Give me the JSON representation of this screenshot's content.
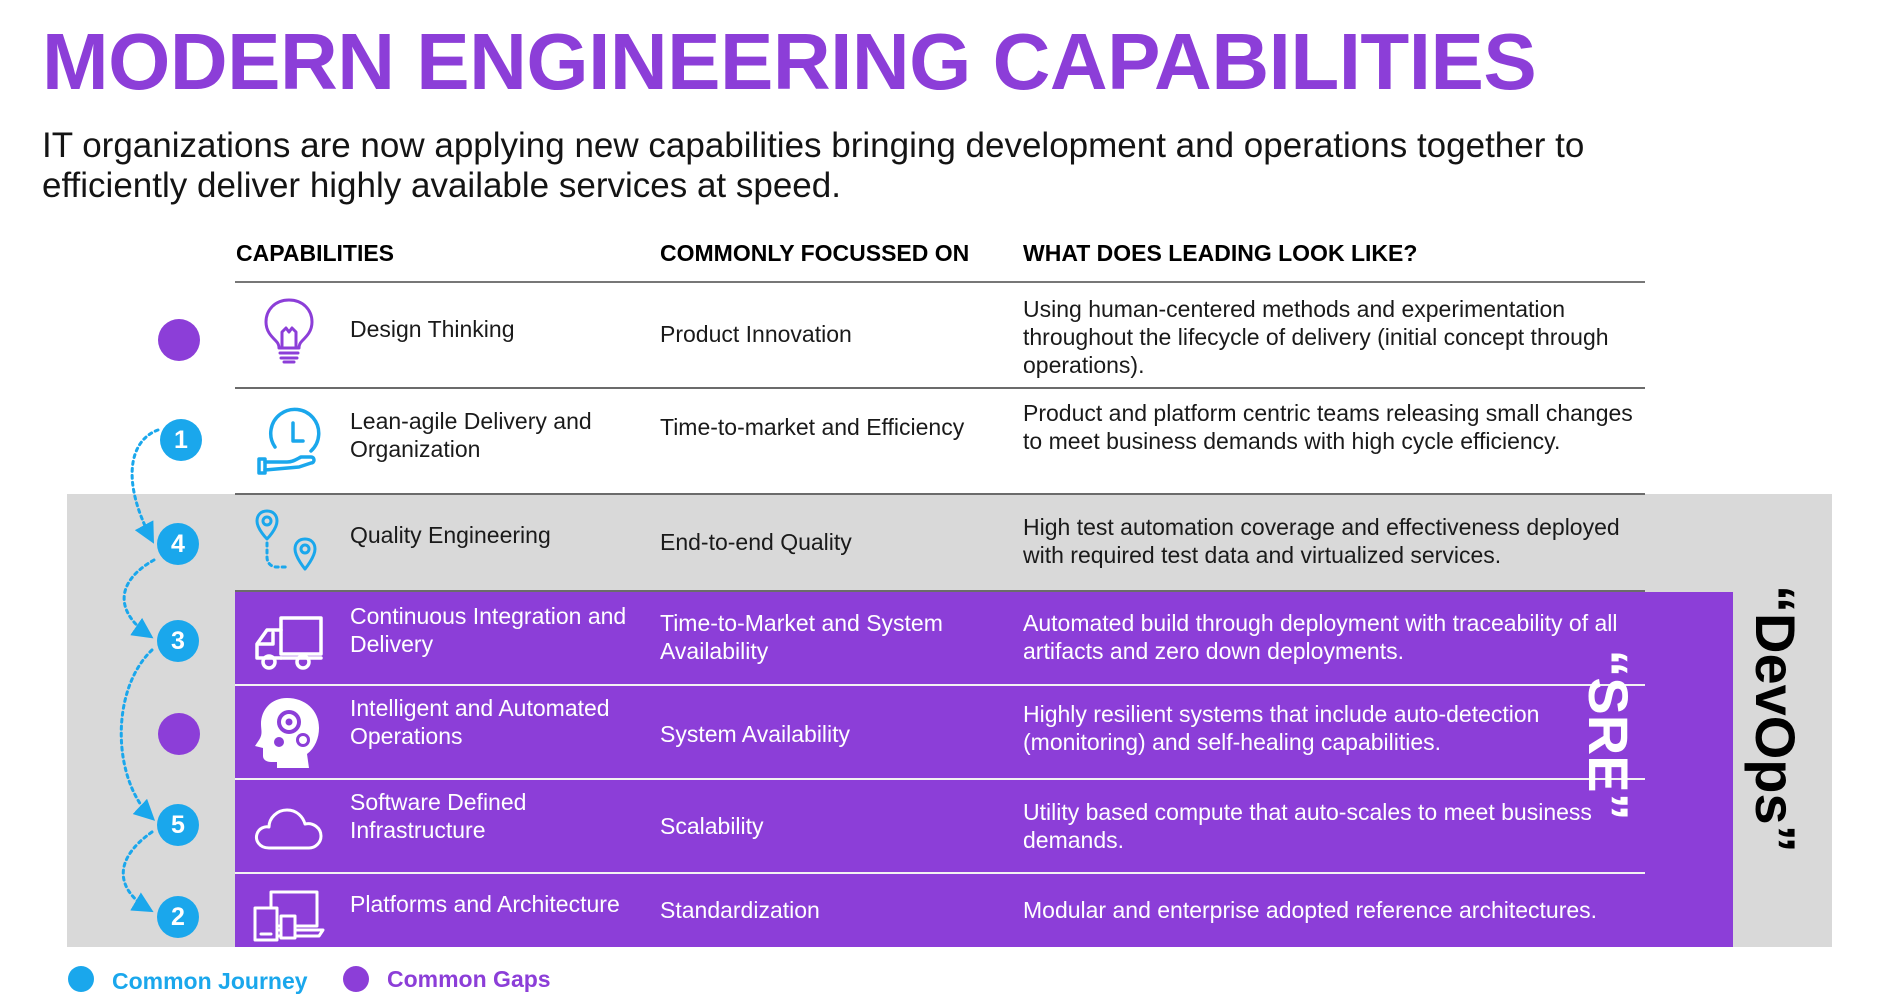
{
  "title": "MODERN ENGINEERING CAPABILITIES",
  "subtitle": "IT organizations are now applying new capabilities bringing development and operations together to efficiently deliver highly available services at speed.",
  "columns": {
    "capabilities": "CAPABILITIES",
    "focus": "COMMONLY FOCUSSED ON",
    "leading": "WHAT DOES LEADING LOOK LIKE?"
  },
  "rows": [
    {
      "icon": "lightbulb-icon",
      "capability": "Design Thinking",
      "focus": "Product Innovation",
      "leading": "Using human-centered methods and experimentation throughout the lifecycle of delivery (initial concept through operations).",
      "marker": "gap"
    },
    {
      "icon": "clock-delivery-icon",
      "capability": "Lean-agile Delivery and Organization",
      "focus": "Time-to-market and Efficiency",
      "leading": "Product and platform centric teams releasing small changes to meet business demands with high cycle efficiency.",
      "marker": "1"
    },
    {
      "icon": "map-route-icon",
      "capability": "Quality Engineering",
      "focus": "End-to-end Quality",
      "leading": "High test automation coverage and effectiveness deployed with required test data and virtualized services.",
      "marker": "4"
    },
    {
      "icon": "delivery-truck-icon",
      "capability": "Continuous Integration and Delivery",
      "focus": "Time-to-Market and System Availability",
      "leading": "Automated build through deployment with traceability of all artifacts and zero down deployments.",
      "marker": "3"
    },
    {
      "icon": "head-gears-icon",
      "capability": "Intelligent and Automated Operations",
      "focus": "System Availability",
      "leading": "Highly resilient systems that include auto-detection (monitoring) and self-healing capabilities.",
      "marker": "gap"
    },
    {
      "icon": "cloud-icon",
      "capability": "Software Defined Infrastructure",
      "focus": "Scalability",
      "leading": "Utility based compute that auto-scales to meet business demands.",
      "marker": "5"
    },
    {
      "icon": "devices-icon",
      "capability": "Platforms and Architecture",
      "focus": "Standardization",
      "leading": "Modular and enterprise adopted reference architectures.",
      "marker": "2"
    }
  ],
  "labels": {
    "sre": "“SRE”",
    "devops": "“DevOps”"
  },
  "legend": {
    "journey": "Common Journey",
    "gaps": "Common Gaps"
  },
  "colors": {
    "purple": "#8c3ed8",
    "blue": "#1aa7ec",
    "gray": "#d9d9d9"
  }
}
